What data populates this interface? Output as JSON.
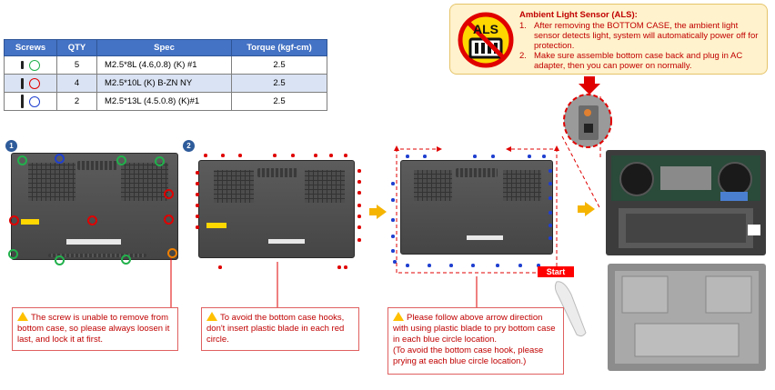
{
  "table": {
    "headers": [
      "Screws",
      "QTY",
      "Spec",
      "Torque (kgf-cm)"
    ],
    "rows": [
      {
        "qty": "5",
        "spec": "M2.5*8L (4.6,0.8) (K) #1",
        "torque": "2.5",
        "ring_color": "#22b14c",
        "screw_icon": "short-screw-icon"
      },
      {
        "qty": "4",
        "spec": "M2.5*10L (K) B-ZN NY",
        "torque": "2.5",
        "ring_color": "#e00000",
        "screw_icon": "medium-screw-icon"
      },
      {
        "qty": "2",
        "spec": "M2.5*13L (4.5.0.8) (K)#1",
        "torque": "2.5",
        "ring_color": "#1f3fd0",
        "screw_icon": "long-screw-icon"
      }
    ]
  },
  "steps": {
    "one": "1",
    "two": "2"
  },
  "als": {
    "title": "Ambient Light Sensor (ALS):",
    "badge": "ALS",
    "items": [
      {
        "num": "1.",
        "text": "After removing the BOTTOM CASE, the ambient light sensor detects light, system will automatically power off for protection."
      },
      {
        "num": "2.",
        "text": "Make sure assemble bottom case back and plug in AC adapter, then you can power on normally."
      }
    ]
  },
  "notes": {
    "note1": "The screw is unable to remove from bottom case, so please always loosen it last, and  lock it at first.",
    "note2": "To avoid the bottom case hooks, don't insert plastic blade in each red circle.",
    "note3a": "Please follow above arrow direction with using plastic blade to pry bottom case in each blue circle location.",
    "note3b": "(To avoid the bottom case hook, please prying at each blue circle location.)"
  },
  "start_label": "Start",
  "colors": {
    "accent_red": "#c00000",
    "table_header": "#4472c4",
    "warn_yellow": "#ffc000"
  }
}
